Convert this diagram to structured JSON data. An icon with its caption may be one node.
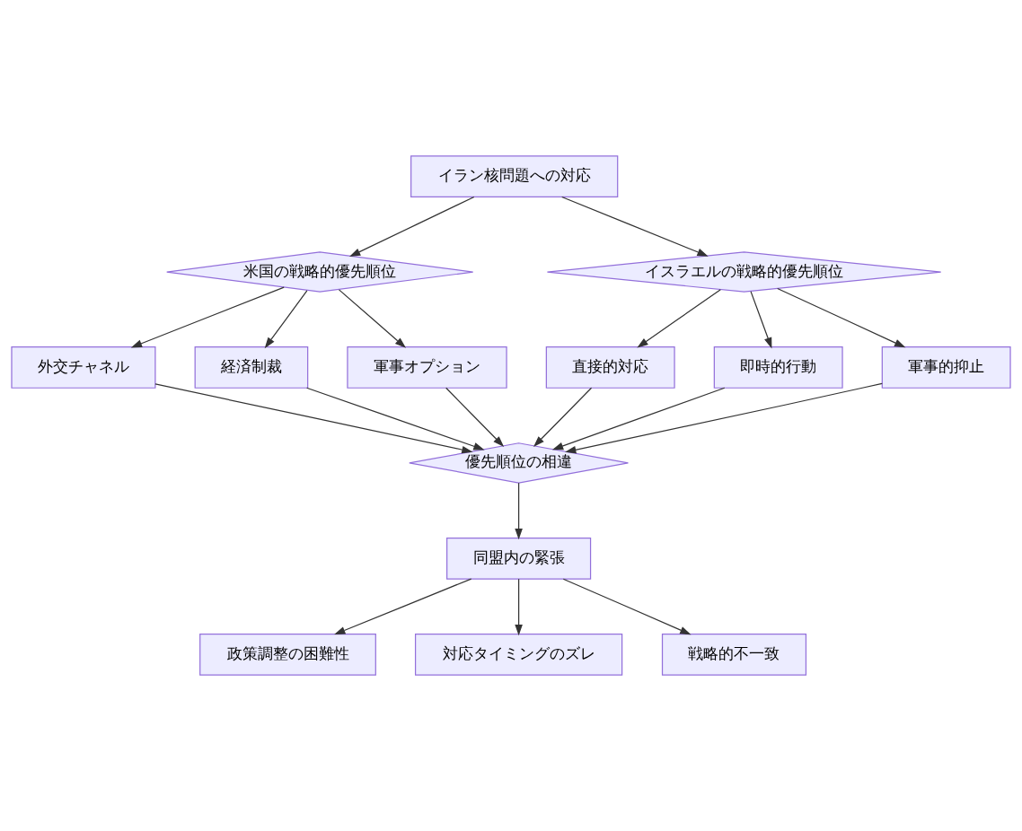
{
  "diagram": {
    "nodes": [
      {
        "text": [
          "イラン核問題への対応"
        ]
      },
      {
        "text": [
          "米国の戦略的優先順位"
        ]
      },
      {
        "text": [
          "イスラエルの戦略的優先順位"
        ]
      },
      {
        "text": [
          "外交チャネル"
        ]
      },
      {
        "text": [
          "経済制裁"
        ]
      },
      {
        "text": [
          "軍事オプション"
        ]
      },
      {
        "text": [
          "直接的対応"
        ]
      },
      {
        "text": [
          "即時的行動"
        ]
      },
      {
        "text": [
          "軍事的抑止"
        ]
      },
      {
        "text": [
          "優先順位の相違"
        ]
      },
      {
        "text": [
          "同盟内の緊張"
        ]
      },
      {
        "text": [
          "政策調整の困難性"
        ]
      },
      {
        "text": [
          "対応タイミングのズレ"
        ]
      },
      {
        "text": [
          "戦略的不一致"
        ]
      }
    ],
    "edges": [
      {
        "from": 0,
        "to": 1,
        "arrow": "to"
      },
      {
        "from": 0,
        "to": 2,
        "arrow": "to"
      },
      {
        "from": 1,
        "to": 3,
        "arrow": "to"
      },
      {
        "from": 1,
        "to": 4,
        "arrow": "to"
      },
      {
        "from": 1,
        "to": 5,
        "arrow": "to"
      },
      {
        "from": 2,
        "to": 6,
        "arrow": "to"
      },
      {
        "from": 2,
        "to": 7,
        "arrow": "to"
      },
      {
        "from": 2,
        "to": 8,
        "arrow": "to"
      },
      {
        "from": 3,
        "to": 9,
        "arrow": "to"
      },
      {
        "from": 4,
        "to": 9,
        "arrow": "to"
      },
      {
        "from": 5,
        "to": 9,
        "arrow": "to"
      },
      {
        "from": 6,
        "to": 9,
        "arrow": "to"
      },
      {
        "from": 7,
        "to": 9,
        "arrow": "to"
      },
      {
        "from": 8,
        "to": 9,
        "arrow": "to"
      },
      {
        "from": 9,
        "to": 10,
        "arrow": "to"
      },
      {
        "from": 10,
        "to": 11,
        "arrow": "to"
      },
      {
        "from": 10,
        "to": 12,
        "arrow": "to"
      },
      {
        "from": 10,
        "to": 13,
        "arrow": "to"
      }
    ]
  }
}
